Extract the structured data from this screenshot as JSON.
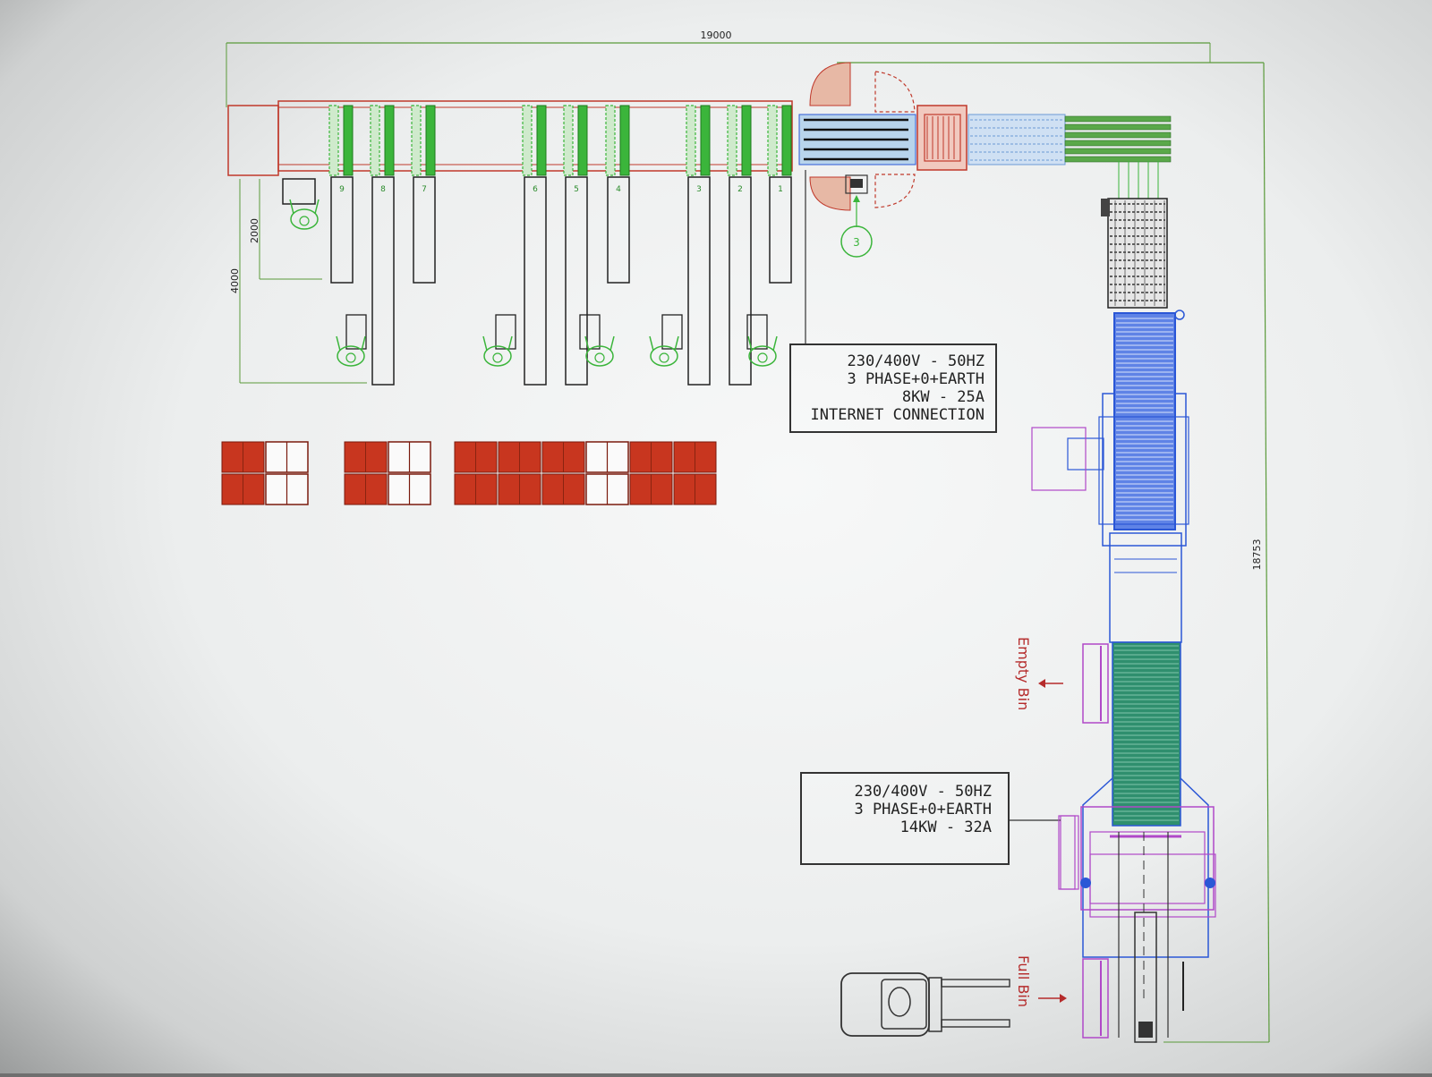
{
  "dimensions": {
    "overall_width": "19000",
    "overall_height": "18753",
    "side_a": "2000",
    "side_b": "4000"
  },
  "station_numbers": [
    "1",
    "2",
    "3",
    "4",
    "5",
    "6",
    "7",
    "8",
    "9"
  ],
  "marker_circle": "3",
  "power_box_1": {
    "line1": "230/400V - 50HZ",
    "line2": "3 PHASE+0+EARTH",
    "line3": "8KW - 25A",
    "line4": "INTERNET CONNECTION"
  },
  "power_box_2": {
    "line1": "230/400V - 50HZ",
    "line2": "3 PHASE+0+EARTH",
    "line3": "14KW - 32A"
  },
  "bin_labels": {
    "empty": "Empty Bin",
    "full": "Full Bin"
  },
  "colors": {
    "conveyor_red": "#c0392b",
    "lane_green": "#3bb53b",
    "machine_blue": "#2b57d6",
    "bin_magenta": "#b048c8",
    "pallet_red": "#c8361f",
    "belt_teal": "#1f7a5a"
  }
}
